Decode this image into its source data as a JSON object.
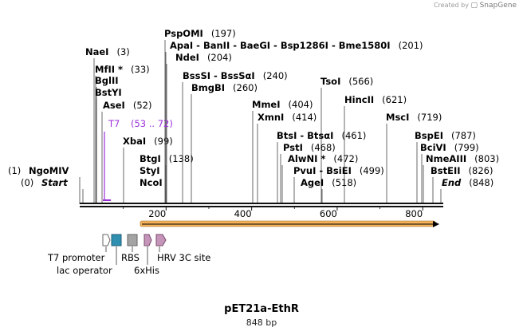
{
  "watermark": {
    "prefix": "Created by",
    "brand": "SnapGene"
  },
  "plasmid": {
    "name": "pET21a-EthR",
    "length_label": "848 bp",
    "length": 848
  },
  "sites": [
    {
      "name": "NaeI",
      "pos": "(3)"
    },
    {
      "name": "MfII *",
      "pos": "(33)"
    },
    {
      "name": "BglII",
      "pos": ""
    },
    {
      "name": "BstYI",
      "pos": ""
    },
    {
      "name": "AseI",
      "pos": "(52)"
    },
    {
      "name": "XbaI",
      "pos": "(99)"
    },
    {
      "name": "BtgI",
      "pos": "(138)"
    },
    {
      "name": "StyI",
      "pos": ""
    },
    {
      "name": "NcoI",
      "pos": ""
    },
    {
      "name": "PspOMI",
      "pos": "(197)"
    },
    {
      "name": "ApaI  -  BanII  -  BaeGI  -  Bsp1286I  -  Bme1580I",
      "pos": "(201)"
    },
    {
      "name": "NdeI",
      "pos": "(204)"
    },
    {
      "name": "BssSI  -  BssSαI",
      "pos": "(240)"
    },
    {
      "name": "BmgBI",
      "pos": "(260)"
    },
    {
      "name": "MmeI",
      "pos": "(404)"
    },
    {
      "name": "XmnI",
      "pos": "(414)"
    },
    {
      "name": "TsoI",
      "pos": "(566)"
    },
    {
      "name": "HincII",
      "pos": "(621)"
    },
    {
      "name": "BtsI  -  BtsαI",
      "pos": "(461)"
    },
    {
      "name": "PstI",
      "pos": "(468)"
    },
    {
      "name": "AlwNI *",
      "pos": "(472)"
    },
    {
      "name": "PvuI  -  BsiEI",
      "pos": "(499)"
    },
    {
      "name": "AgeI",
      "pos": "(518)"
    },
    {
      "name": "MscI",
      "pos": "(719)"
    },
    {
      "name": "BspEI",
      "pos": "(787)"
    },
    {
      "name": "BciVI",
      "pos": "(799)"
    },
    {
      "name": "NmeAIII",
      "pos": "(803)"
    },
    {
      "name": "BstEII",
      "pos": "(826)"
    },
    {
      "name": "NgoMIV",
      "pos": "(1)"
    },
    {
      "name": "Start",
      "pos": "(0)"
    },
    {
      "name": "End",
      "pos": "(848)"
    }
  ],
  "primer": {
    "name": "T7",
    "pos": "(53 .. 72)",
    "color": "#9b30d9"
  },
  "ruler_ticks": [
    "200",
    "400",
    "600",
    "800"
  ],
  "features": {
    "labels": [
      "T7 promoter",
      "lac operator",
      "RBS",
      "6xHis",
      "HRV 3C site"
    ],
    "colors": {
      "promoter": "#ffffff",
      "operator": "#2f8fb0",
      "rbs": "#a4a4a4",
      "his": "#c495b8",
      "hrv": "#c495b8",
      "orf": "#f5b25a"
    }
  }
}
